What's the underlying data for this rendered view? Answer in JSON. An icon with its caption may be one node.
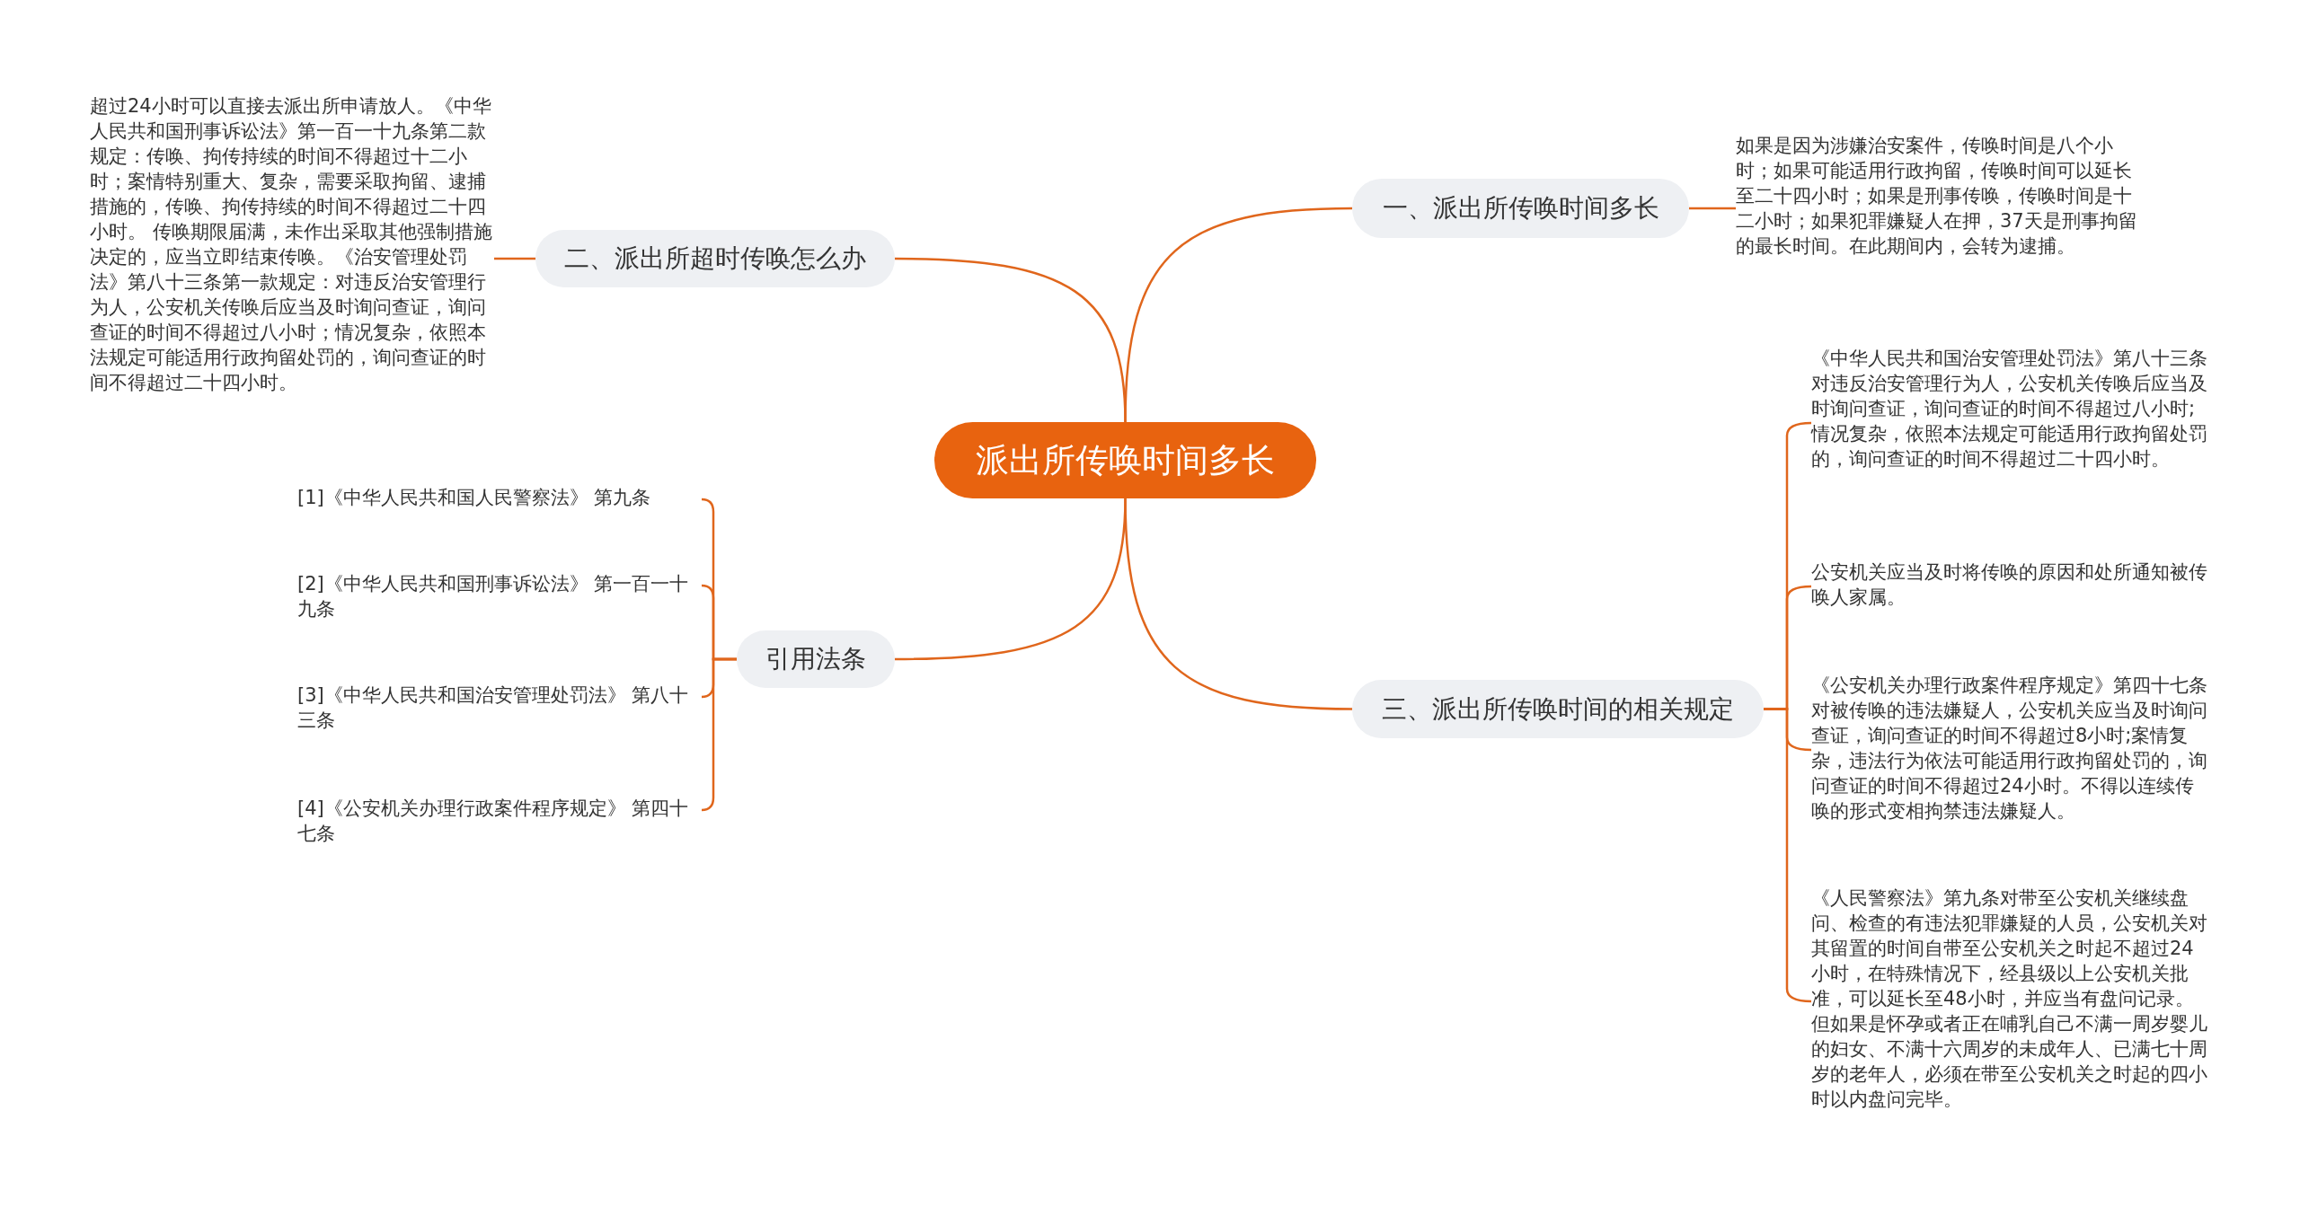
{
  "diagram": {
    "nodes": [
      {
        "text": [
          "派出所传唤时间多长"
        ]
      },
      {
        "text": [
          "一、派出所传唤时间多长"
        ]
      },
      {
        "text": [
          "如果是因为涉嫌治安案件，传唤时间是八个小时；如果可能适用行政拘留，传唤时间可以延长至二十四小时；如果是刑事传唤，传唤时间是十二小时；如果犯罪嫌疑人在押，37天是刑事拘留的最长时间。在此期间内，会转为逮捕。"
        ]
      },
      {
        "text": [
          "二、派出所超时传唤怎么办"
        ]
      },
      {
        "text": [
          "超过24小时可以直接去派出所申请放人。《中华人民共和国刑事诉讼法》第一百一十九条第二款规定：传唤、拘传持续的时间不得超过十二小时；案情特别重大、复杂，需要采取拘留、逮捕措施的，传唤、拘传持续的时间不得超过二十四小时。 传唤期限届满，未作出采取其他强制措施决定的，应当立即结束传唤。《治安管理处罚法》第八十三条第一款规定：对违反治安管理行为人，公安机关传唤后应当及时询问查证，询问查证的时间不得超过八小时；情况复杂，依照本法规定可能适用行政拘留处罚的，询问查证的时间不得超过二十四小时。"
        ]
      },
      {
        "text": [
          "三、派出所传唤时间的相关规定"
        ]
      },
      {
        "text": [
          "《中华人民共和国治安管理处罚法》第八十三条对违反治安管理行为人，公安机关传唤后应当及时询问查证，询问查证的时间不得超过八小时;情况复杂，依照本法规定可能适用行政拘留处罚的，询问查证的时间不得超过二十四小时。"
        ]
      },
      {
        "text": [
          "公安机关应当及时将传唤的原因和处所通知被传唤人家属。"
        ]
      },
      {
        "text": [
          "《公安机关办理行政案件程序规定》第四十七条对被传唤的违法嫌疑人，公安机关应当及时询问查证，询问查证的时间不得超过8小时;案情复杂，违法行为依法可能适用行政拘留处罚的，询问查证的时间不得超过24小时。不得以连续传唤的形式变相拘禁违法嫌疑人。"
        ]
      },
      {
        "text": [
          "《人民警察法》第九条对带至公安机关继续盘问、检查的有违法犯罪嫌疑的人员，公安机关对其留置的时间自带至公安机关之时起不超过24小时，在特殊情况下，经县级以上公安机关批准，可以延长至48小时，并应当有盘问记录。但如果是怀孕或者正在哺乳自己不满一周岁婴儿的妇女、不满十六周岁的未成年人、已满七十周岁的老年人，必须在带至公安机关之时起的四小时以内盘问完毕。"
        ]
      },
      {
        "text": [
          "引用法条"
        ]
      },
      {
        "text": [
          "[1]《中华人民共和国人民警察法》 第九条"
        ]
      },
      {
        "text": [
          "[2]《中华人民共和国刑事诉讼法》 第一百一十九条"
        ]
      },
      {
        "text": [
          "[3]《中华人民共和国治安管理处罚法》 第八十三条"
        ]
      },
      {
        "text": [
          "[4]《公安机关办理行政案件程序规定》 第四十七条"
        ]
      }
    ],
    "edges": [
      {
        "from": 0,
        "to": 1,
        "arrow": "none"
      },
      {
        "from": 1,
        "to": 2,
        "arrow": "none"
      },
      {
        "from": 0,
        "to": 3,
        "arrow": "none"
      },
      {
        "from": 3,
        "to": 4,
        "arrow": "none"
      },
      {
        "from": 0,
        "to": 5,
        "arrow": "none"
      },
      {
        "from": 5,
        "to": 6,
        "arrow": "none"
      },
      {
        "from": 5,
        "to": 7,
        "arrow": "none"
      },
      {
        "from": 5,
        "to": 8,
        "arrow": "none"
      },
      {
        "from": 5,
        "to": 9,
        "arrow": "none"
      },
      {
        "from": 0,
        "to": 10,
        "arrow": "none"
      },
      {
        "from": 10,
        "to": 11,
        "arrow": "none"
      },
      {
        "from": 10,
        "to": 12,
        "arrow": "none"
      },
      {
        "from": 10,
        "to": 13,
        "arrow": "none"
      },
      {
        "from": 10,
        "to": 14,
        "arrow": "none"
      }
    ]
  }
}
